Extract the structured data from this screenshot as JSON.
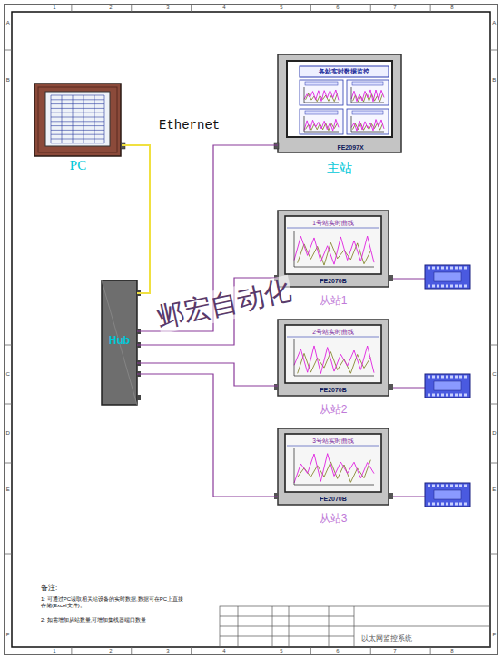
{
  "diagram": {
    "nodes": [
      {
        "text": [
          "PC"
        ]
      },
      {
        "text": [
          "各站实时数据监控",
          "FE2097X",
          "主站"
        ]
      },
      {
        "text": [
          "Hub"
        ]
      },
      {
        "text": [
          "1号站实时曲线",
          "FE2070B",
          "从站1"
        ]
      },
      {
        "text": [
          "2号站实时曲线",
          "FE2070B",
          "从站2"
        ]
      },
      {
        "text": [
          "3号站实时曲线",
          "FE2070B",
          "从站3"
        ]
      }
    ],
    "edges": [
      {
        "from": 0,
        "to": 2,
        "arrow": "none"
      },
      {
        "from": 2,
        "to": 1,
        "arrow": "none"
      },
      {
        "from": 2,
        "to": 3,
        "arrow": "none"
      },
      {
        "from": 2,
        "to": 4,
        "arrow": "none"
      },
      {
        "from": 2,
        "to": 5,
        "arrow": "none"
      }
    ],
    "labels": [
      "Ethernet",
      "邺宏自动化",
      "备注:",
      "1: 可通过PC读取相关站设备的实时数据,数据可在PC上直接存储(Excel文件)。",
      "2: 如需增加从站数量,可增加集线器端口数量",
      "以太网监控系统",
      "1",
      "2",
      "3",
      "4",
      "5",
      "6",
      "7",
      "8",
      "1",
      "2",
      "3",
      "4",
      "5",
      "6",
      "7",
      "8",
      "A",
      "B",
      "C",
      "D",
      "E",
      "F",
      "A",
      "B",
      "C",
      "D",
      "E",
      "F"
    ]
  }
}
